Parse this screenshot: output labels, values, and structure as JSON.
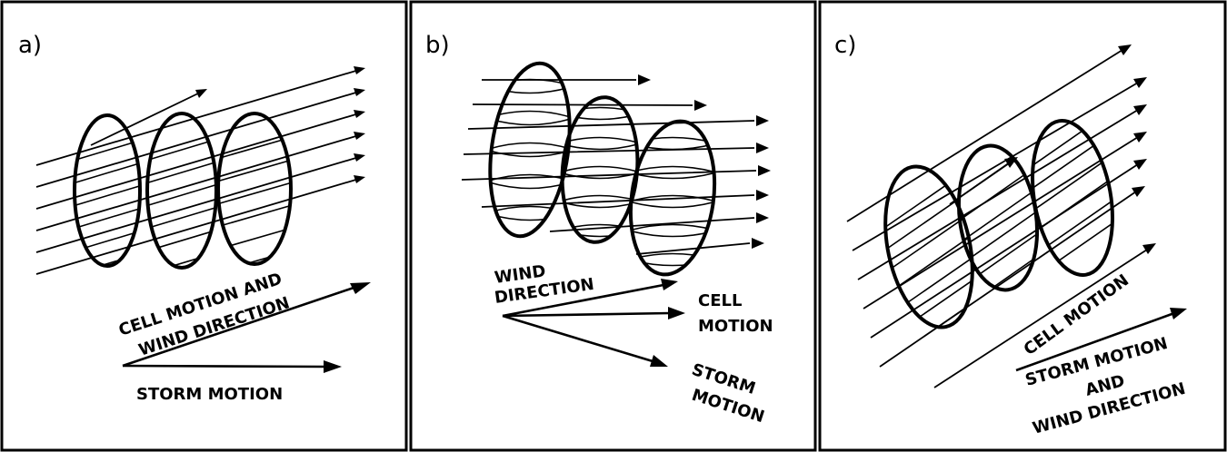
{
  "panels": [
    {
      "letter": "a)",
      "labels": {
        "cell_wind_line1": "CELL MOTION AND",
        "cell_wind_line2": "WIND DIRECTION",
        "storm": "STORM MOTION"
      }
    },
    {
      "letter": "b)",
      "labels": {
        "wind_line1": "WIND",
        "wind_line2": "DIRECTION",
        "cell_line1": "CELL",
        "cell_line2": "MOTION",
        "storm_line1": "STORM",
        "storm_line2": "MOTION"
      }
    },
    {
      "letter": "c)",
      "labels": {
        "cell": "CELL MOTION",
        "storm_line1": "STORM MOTION",
        "storm_line2": "AND",
        "storm_line3": "WIND DIRECTION"
      }
    }
  ]
}
